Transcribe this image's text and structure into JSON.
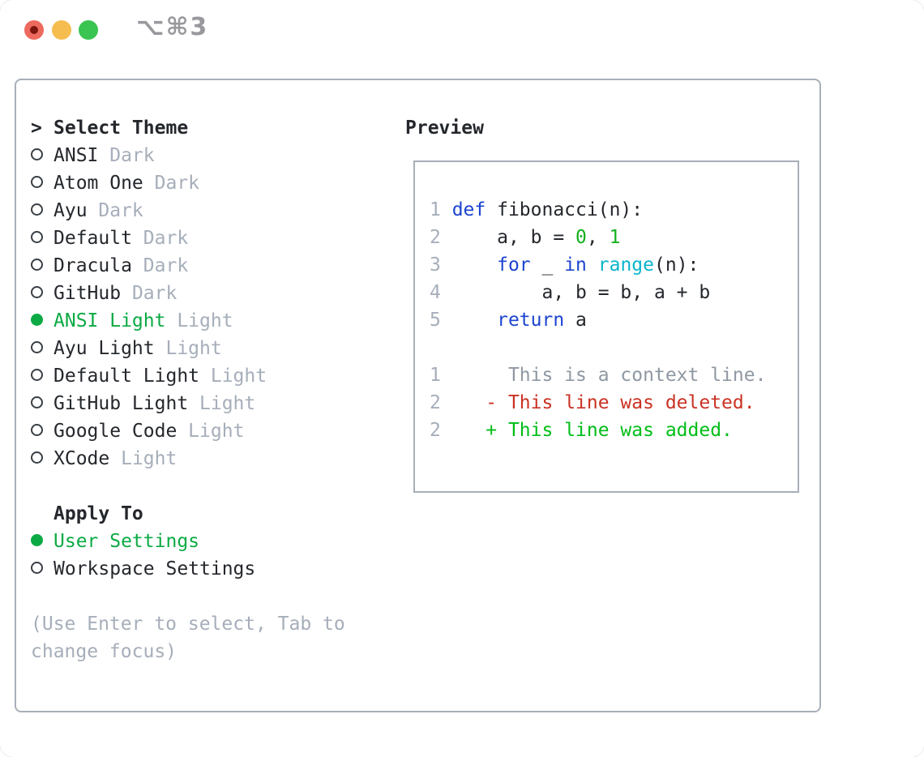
{
  "window": {
    "shortcut": "⌥⌘3",
    "traffic_lights": [
      "close",
      "minimize",
      "zoom"
    ]
  },
  "colors": {
    "accent_green": "#0caa44",
    "keyword_blue": "#1c44cf",
    "builtin_cyan": "#0ab5cd",
    "number_green": "#14b01e",
    "deleted_red": "#ca3223",
    "added_green": "#00bd17",
    "muted_gray": "#a6aeba",
    "text_dark": "#24272c",
    "border_gray": "#a8afb9",
    "traffic_red": "#ee6a5e",
    "traffic_yellow": "#f5bd4f",
    "traffic_green": "#3ac451"
  },
  "theme_panel": {
    "title_prefix": ">",
    "title": "Select Theme",
    "items": [
      {
        "name": "ANSI",
        "variant": "Dark",
        "selected": false
      },
      {
        "name": "Atom One",
        "variant": "Dark",
        "selected": false
      },
      {
        "name": "Ayu",
        "variant": "Dark",
        "selected": false
      },
      {
        "name": "Default",
        "variant": "Dark",
        "selected": false
      },
      {
        "name": "Dracula",
        "variant": "Dark",
        "selected": false
      },
      {
        "name": "GitHub",
        "variant": "Dark",
        "selected": false
      },
      {
        "name": "ANSI Light",
        "variant": "Light",
        "selected": true
      },
      {
        "name": "Ayu Light",
        "variant": "Light",
        "selected": false
      },
      {
        "name": "Default Light",
        "variant": "Light",
        "selected": false
      },
      {
        "name": "GitHub Light",
        "variant": "Light",
        "selected": false
      },
      {
        "name": "Google Code",
        "variant": "Light",
        "selected": false
      },
      {
        "name": "XCode",
        "variant": "Light",
        "selected": false
      }
    ],
    "apply_to": {
      "title": "Apply To",
      "options": [
        {
          "label": "User Settings",
          "selected": true
        },
        {
          "label": "Workspace Settings",
          "selected": false
        }
      ]
    },
    "help": [
      "(Use Enter to select, Tab to",
      "change focus)"
    ]
  },
  "preview_panel": {
    "title": "Preview",
    "code_lines": [
      {
        "num": "1",
        "tokens": [
          {
            "t": "def",
            "c": "kw"
          },
          {
            "t": " fibonacci(n):",
            "c": "plain"
          }
        ]
      },
      {
        "num": "2",
        "tokens": [
          {
            "t": "    a, b = ",
            "c": "plain"
          },
          {
            "t": "0",
            "c": "num"
          },
          {
            "t": ", ",
            "c": "plain"
          },
          {
            "t": "1",
            "c": "num"
          }
        ]
      },
      {
        "num": "3",
        "tokens": [
          {
            "t": "    ",
            "c": "plain"
          },
          {
            "t": "for",
            "c": "kw"
          },
          {
            "t": " _ ",
            "c": "plain"
          },
          {
            "t": "in",
            "c": "kw"
          },
          {
            "t": " ",
            "c": "plain"
          },
          {
            "t": "range",
            "c": "builtin"
          },
          {
            "t": "(n):",
            "c": "plain"
          }
        ]
      },
      {
        "num": "4",
        "tokens": [
          {
            "t": "        a, b = b, a + b",
            "c": "plain"
          }
        ]
      },
      {
        "num": "5",
        "tokens": [
          {
            "t": "    ",
            "c": "plain"
          },
          {
            "t": "return",
            "c": "kw"
          },
          {
            "t": " a",
            "c": "plain"
          }
        ]
      }
    ],
    "diff_lines": [
      {
        "num": "1",
        "marker": " ",
        "text": "This is a context line.",
        "kind": "context"
      },
      {
        "num": "2",
        "marker": "-",
        "text": "This line was deleted.",
        "kind": "deleted"
      },
      {
        "num": "2",
        "marker": "+",
        "text": "This line was added.",
        "kind": "added"
      }
    ]
  }
}
